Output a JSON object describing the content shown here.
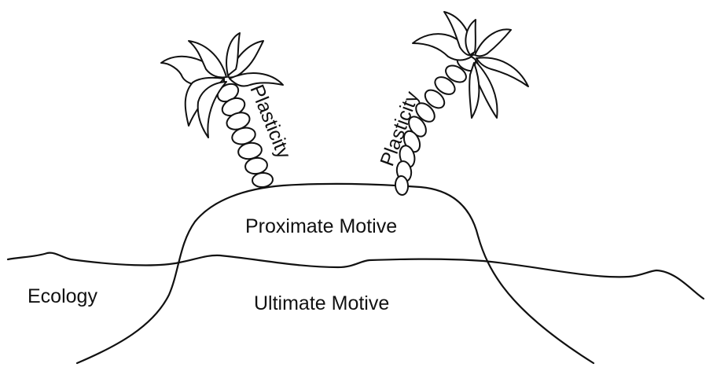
{
  "diagram": {
    "labels": {
      "proximate": "Proximate Motive",
      "ultimate": "Ultimate Motive",
      "ecology": "Ecology",
      "plasticity_left": "Plasticity",
      "plasticity_right": "Plasticity"
    },
    "ink_color": "#111111",
    "background": "#ffffff"
  }
}
